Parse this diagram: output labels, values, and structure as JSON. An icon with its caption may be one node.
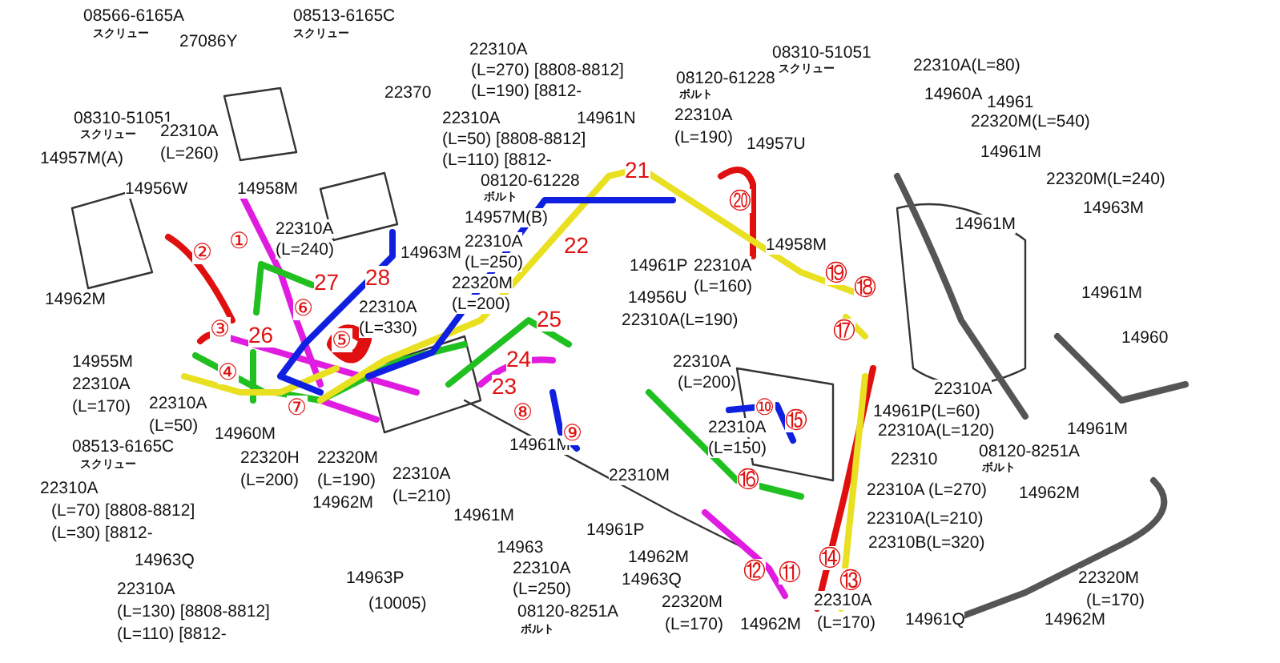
{
  "diagram": {
    "labels": [
      "08566-6165A",
      "スクリュー",
      "27086Y",
      "08513-6165C",
      "スクリュー",
      "22370",
      "08310-51051",
      "スクリュー",
      "22310A",
      "(L=260)",
      "14957M(A)",
      "14956W",
      "14958M",
      "22310A",
      "(L=240)",
      "14962M",
      "14955M",
      "22310A",
      "(L=170)",
      "22310A",
      "(L=50)",
      "08513-6165C",
      "スクリュー",
      "14960M",
      "22320H",
      "(L=200)",
      "22310A",
      "(L=70) [8808-8812]",
      "(L=30) [8812-",
      "22320M",
      "(L=190)",
      "14962M",
      "22310A",
      "(L=210)",
      "14963Q",
      "14963P",
      "(10005)",
      "22310A",
      "(L=130) [8808-8812]",
      "(L=110) [8812-",
      "22310A",
      "(L=270) [8808-8812]",
      "(L=190) [8812-",
      "22310A",
      "(L=50) [8808-8812]",
      "(L=110) [8812-",
      "08120-61228",
      "ボルト",
      "14957M(B)",
      "14963M",
      "22310A",
      "(L=250)",
      "22320M",
      "(L=200)",
      "22310A",
      "(L=330)",
      "14961N",
      "08120-61228",
      "ボルト",
      "22310A",
      "(L=190)",
      "14957U",
      "08310-51051",
      "スクリュー",
      "14961P",
      "22310A",
      "(L=160)",
      "14958M",
      "14956U",
      "22310A(L=190)",
      "22310A(L=80)",
      "14960A",
      "14961",
      "22320M(L=540)",
      "14961M",
      "22320M(L=240)",
      "14963M",
      "14961M",
      "14961M",
      "14960",
      "22310A",
      "14961P(L=60)",
      "22310A(L=120)",
      "22310",
      "22310A (L=270)",
      "22310A(L=210)",
      "22310B(L=320)",
      "14961M",
      "08120-8251A",
      "ボルト",
      "14962M",
      "22320M",
      "(L=170)",
      "14961Q",
      "14962M",
      "22310A",
      "(L=200)",
      "22310A",
      "(L=150)",
      "14961M",
      "22310M",
      "14961P",
      "14961M",
      "14963",
      "22310A",
      "(L=250)",
      "08120-8251A",
      "ボルト",
      "14962M",
      "14963Q",
      "22320M",
      "(L=170)",
      "14962M",
      "22310A",
      "(L=170)",
      "①",
      "②",
      "③",
      "④",
      "⑤",
      "⑥",
      "⑦",
      "⑧",
      "⑨",
      "⑩",
      "⑪",
      "⑫",
      "⑬",
      "⑭",
      "⑮",
      "⑯",
      "⑰",
      "⑱",
      "⑲",
      "⑳",
      "21",
      "22",
      "23",
      "24",
      "25",
      "26",
      "27",
      "28"
    ]
  }
}
